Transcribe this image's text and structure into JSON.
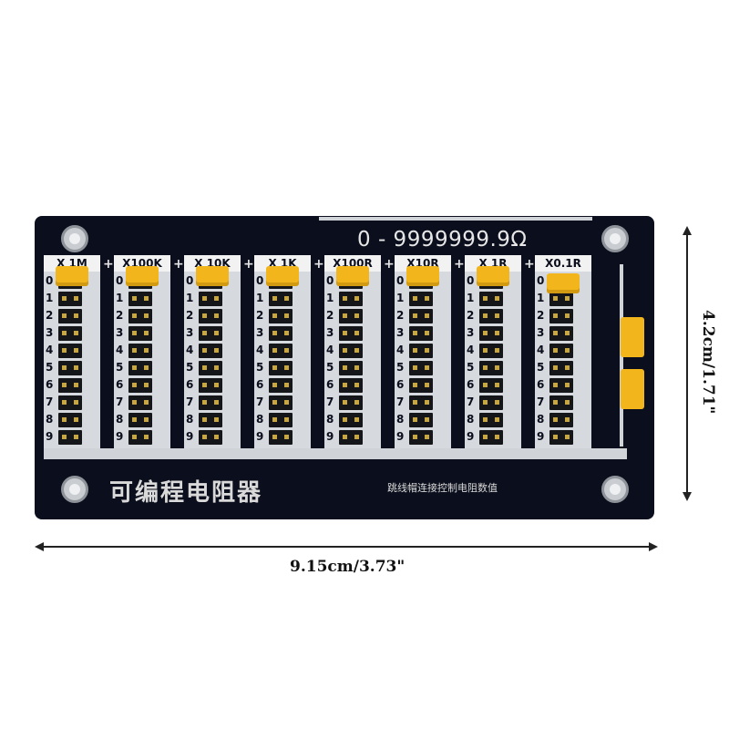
{
  "board": {
    "range_text": "0 - 9999999.9Ω",
    "title_cn": "可编程电阻器",
    "subtitle_cn": "跳线帽连接控制电阻数值",
    "columns": [
      {
        "label": "X 1M"
      },
      {
        "label": "X100K"
      },
      {
        "label": "X 10K"
      },
      {
        "label": "X 1K"
      },
      {
        "label": "X100R"
      },
      {
        "label": "X10R"
      },
      {
        "label": "X 1R"
      },
      {
        "label": "X0.1R"
      }
    ],
    "digits": [
      "0",
      "1",
      "2",
      "3",
      "4",
      "5",
      "6",
      "7",
      "8",
      "9"
    ],
    "colors": {
      "board": "#0b0e1c",
      "jumper": "#f2b51c",
      "silkscreen": "#d6d9de"
    }
  },
  "dimensions": {
    "width_label": "9.15cm/3.73\"",
    "height_label": "4.2cm/1.71\""
  }
}
